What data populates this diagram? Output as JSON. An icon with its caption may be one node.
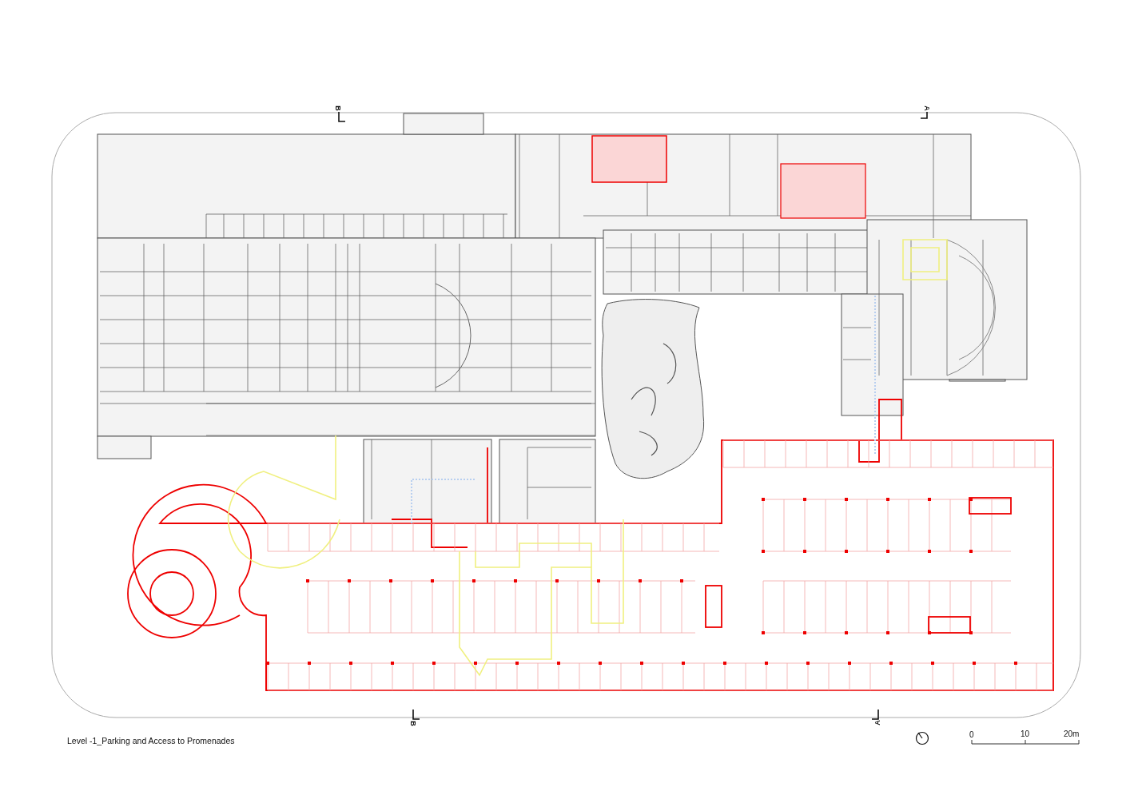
{
  "diagram": {
    "caption": "Level -1_Parking and Access to Promenades",
    "labels": [
      "B",
      "A",
      "B",
      "A",
      "0",
      "10",
      "20m"
    ]
  }
}
